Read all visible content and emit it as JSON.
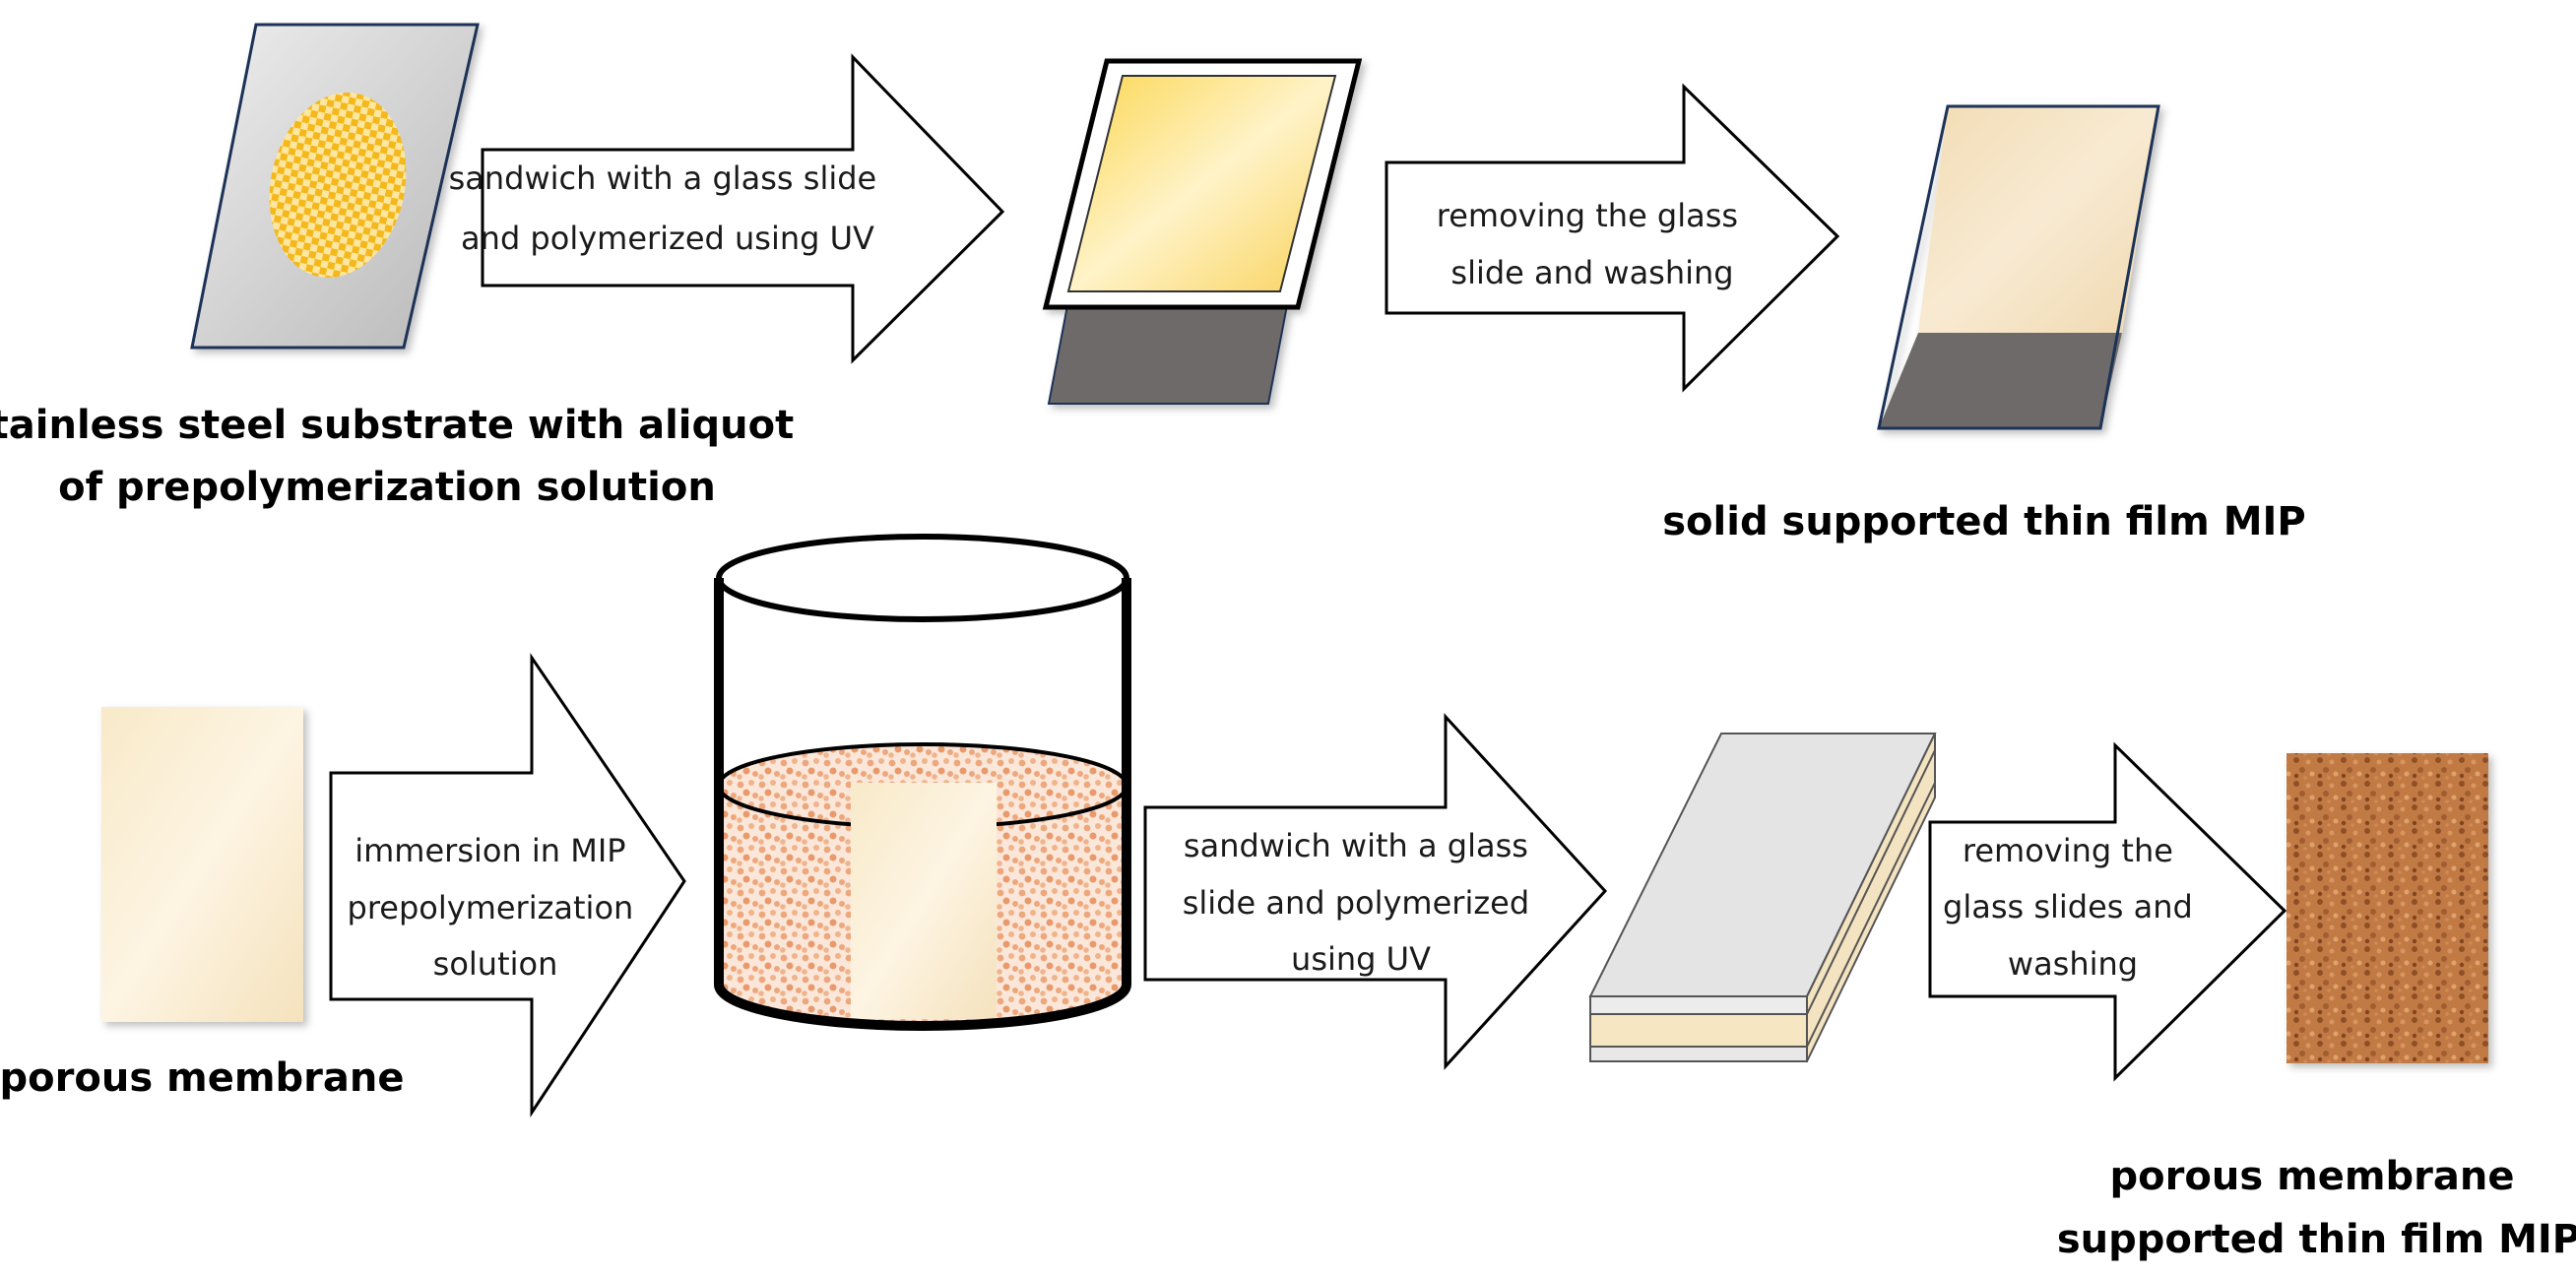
{
  "top_row": {
    "arrow1": {
      "lines": [
        "sandwich with a glass slide",
        "and polymerized using UV"
      ]
    },
    "arrow2": {
      "lines": [
        "removing the glass",
        "slide and washing"
      ]
    },
    "label_substrate": {
      "lines": [
        "stainless steel substrate with aliquot",
        "of prepolymerization solution"
      ]
    },
    "label_result": {
      "lines": [
        "solid supported thin film MIP"
      ]
    }
  },
  "bottom_row": {
    "arrow1": {
      "lines": [
        "immersion in MIP",
        "prepolymerization",
        "solution"
      ]
    },
    "arrow2": {
      "lines": [
        "sandwich with a glass",
        "slide and polymerized",
        "using UV"
      ]
    },
    "arrow3": {
      "lines": [
        "removing the",
        "glass slides and",
        "washing"
      ]
    },
    "label_membrane": {
      "lines": [
        "porous membrane"
      ]
    },
    "label_result": {
      "lines": [
        "porous membrane",
        "supported thin film MIP"
      ]
    }
  },
  "colors": {
    "steel": "#cfcfcf",
    "dark_base": "#6e6a6a",
    "yellow": "#f7c234",
    "membrane": "#f7e8cc",
    "orange_dots": "#eda77d",
    "brown": "#b8703e",
    "outline": "#1f3356"
  }
}
